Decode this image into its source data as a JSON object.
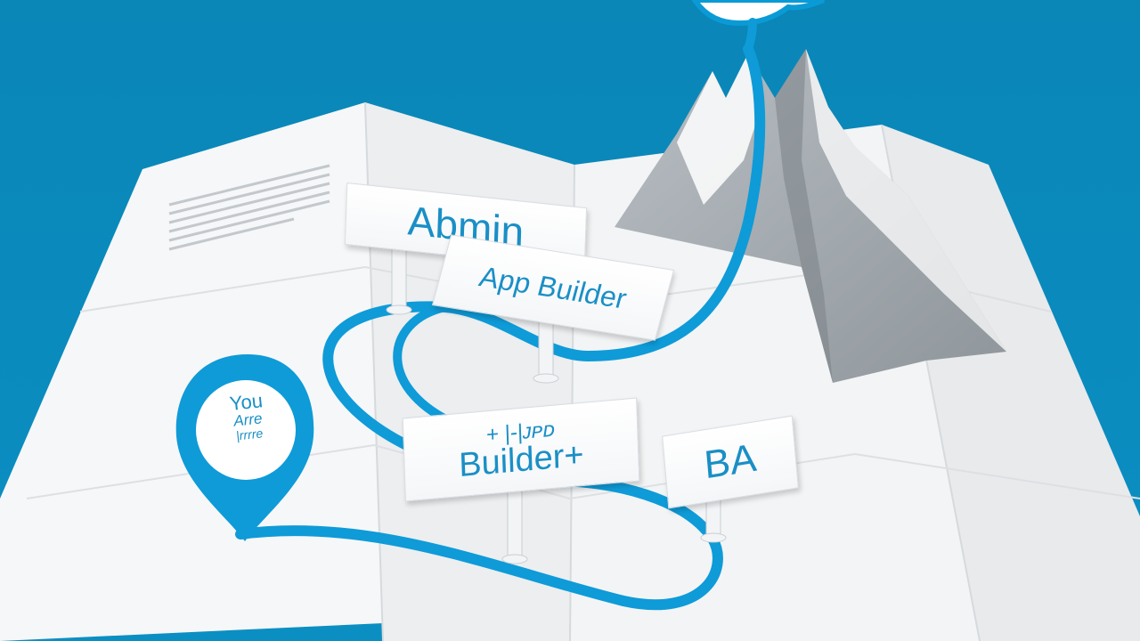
{
  "colors": {
    "sky": "#0a8fbf",
    "path_blue": "#0e9bd8",
    "map_paper": "#eef1f3",
    "mountain_gray": "#9ea5aa",
    "text_blue": "#1a8fc6"
  },
  "icons": {
    "cloud": "cloud-icon",
    "pin": "location-pin-icon"
  },
  "pin": {
    "line1": "You",
    "line2": "Arre",
    "line3": "|rrrre"
  },
  "signs": {
    "admin": "Abmin",
    "app_builder": "App Builder",
    "builder_top": "+ |-|ᴊᴘᴅ",
    "builder_bottom": "Builder+",
    "ba": "BA"
  }
}
